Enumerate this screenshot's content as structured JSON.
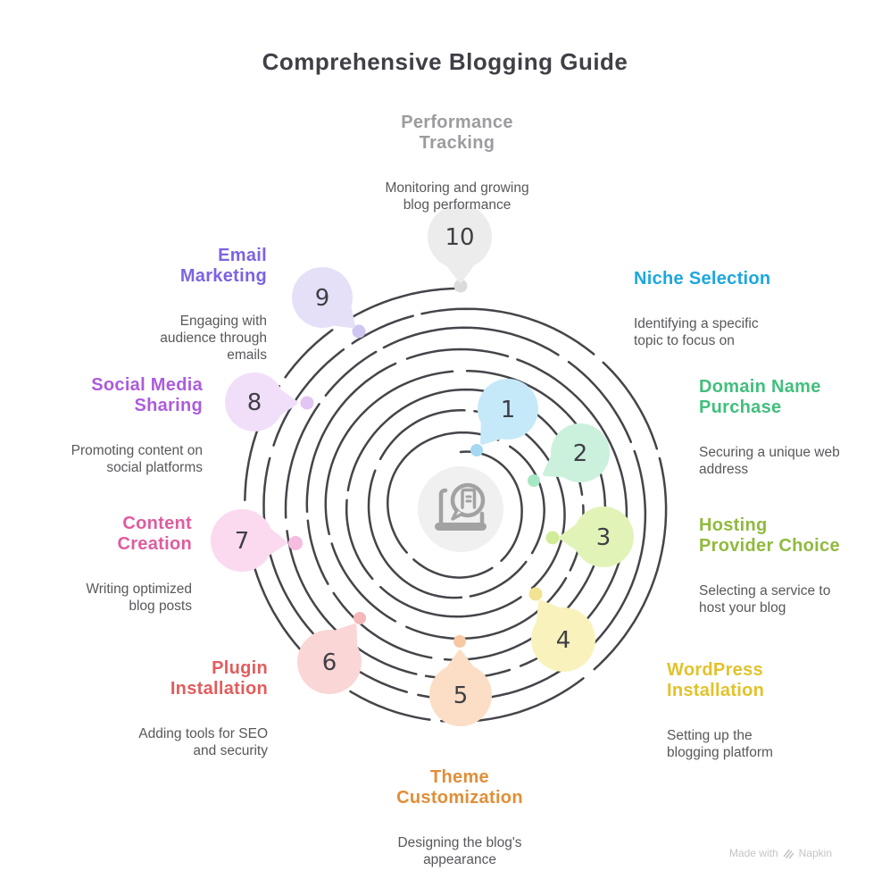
{
  "title": "Comprehensive Blogging Guide",
  "theme": {
    "heading_color": "#3F3F46",
    "description_color": "#58585B",
    "spiral_color": "#44444A",
    "center_circle_color": "#F0F0F0",
    "center_icon": "laptop-blog-chat-icon",
    "center_icon_color": "#A2A2A2",
    "number_color": "#3F3F46",
    "watermark_color": "#C4C4C4"
  },
  "steps": [
    {
      "number": "1",
      "label": "Niche Selection",
      "description": "Identifying a specific\ntopic to focus on",
      "label_color": "#1CA7DE",
      "bubble_color": "#C5E9F8",
      "dot_color": "#A5D9F2"
    },
    {
      "number": "2",
      "label": "Domain Name\nPurchase",
      "description": "Securing a unique web\naddress",
      "label_color": "#41BF7D",
      "bubble_color": "#CBF1DC",
      "dot_color": "#A6E8C4"
    },
    {
      "number": "3",
      "label": "Hosting\nProvider Choice",
      "description": "Selecting a service to\nhost your blog",
      "label_color": "#90BA3D",
      "bubble_color": "#E2F3B8",
      "dot_color": "#D2EC99"
    },
    {
      "number": "4",
      "label": "WordPress\nInstallation",
      "description": "Setting up the\nblogging platform",
      "label_color": "#E2C22B",
      "bubble_color": "#FAF2BC",
      "dot_color": "#F2E291"
    },
    {
      "number": "5",
      "label": "Theme\nCustomization",
      "description": "Designing the blog's\nappearance",
      "label_color": "#E18E38",
      "bubble_color": "#FBDEC5",
      "dot_color": "#F6C9A4"
    },
    {
      "number": "6",
      "label": "Plugin\nInstallation",
      "description": "Adding tools for SEO\nand security",
      "label_color": "#E25D5D",
      "bubble_color": "#FAD6D6",
      "dot_color": "#F5B7B7"
    },
    {
      "number": "7",
      "label": "Content\nCreation",
      "description": "Writing optimized\nblog posts",
      "label_color": "#DE5C9F",
      "bubble_color": "#FBDAEF",
      "dot_color": "#F6BCE1"
    },
    {
      "number": "8",
      "label": "Social Media\nSharing",
      "description": "Promoting content on\nsocial platforms",
      "label_color": "#AC5CDC",
      "bubble_color": "#F1DFF9",
      "dot_color": "#E3C4F3"
    },
    {
      "number": "9",
      "label": "Email\nMarketing",
      "description": "Engaging with\naudience through\nemails",
      "label_color": "#7D63E2",
      "bubble_color": "#E5E0F8",
      "dot_color": "#CFC6F1"
    },
    {
      "number": "10",
      "label": "Performance\nTracking",
      "description": "Monitoring and growing\nblog performance",
      "label_color": "#9C9CA0",
      "bubble_color": "#ECECEC",
      "dot_color": "#DBDBDB"
    }
  ],
  "watermark": {
    "text": "Made with",
    "brand": "Napkin"
  }
}
